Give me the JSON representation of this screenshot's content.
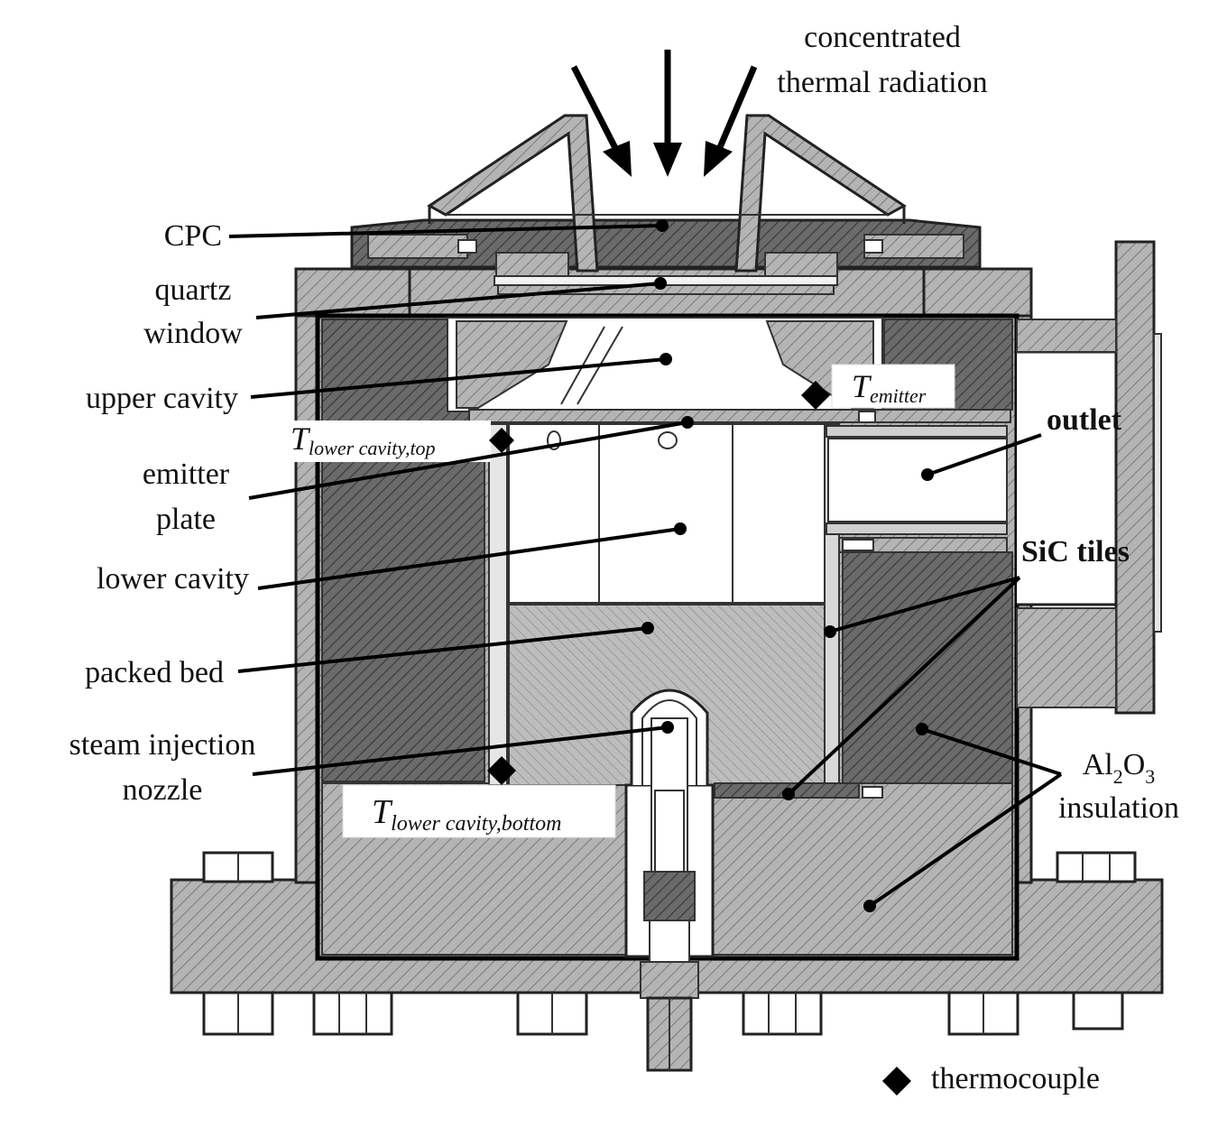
{
  "labels": {
    "radiation_line1": "concentrated",
    "radiation_line2": "thermal radiation",
    "cpc": "CPC",
    "quartz_line1": "quartz",
    "quartz_line2": "window",
    "upper_cavity": "upper cavity",
    "emitter_line1": "emitter",
    "emitter_line2": "plate",
    "lower_cavity": "lower cavity",
    "packed_bed": "packed bed",
    "steam_line1": "steam injection",
    "steam_line2": "nozzle",
    "outlet": "outlet",
    "sic_tiles": "SiC tiles",
    "al2o3_line2": "insulation",
    "legend_text": "thermocouple"
  },
  "formula": {
    "al": "Al",
    "sub2": "2",
    "o": "O",
    "sub3": "3"
  },
  "temperatures": {
    "emitter_main": "T",
    "emitter_sub": "emitter",
    "top_main": "T",
    "top_sub": "lower cavity,top",
    "bottom_main": "T",
    "bottom_sub": "lower cavity,bottom"
  },
  "colors": {
    "steel": "#a8a8a8",
    "insulation": "#6e6e6e",
    "bed": "#b8b8b8",
    "outline": "#111111"
  }
}
